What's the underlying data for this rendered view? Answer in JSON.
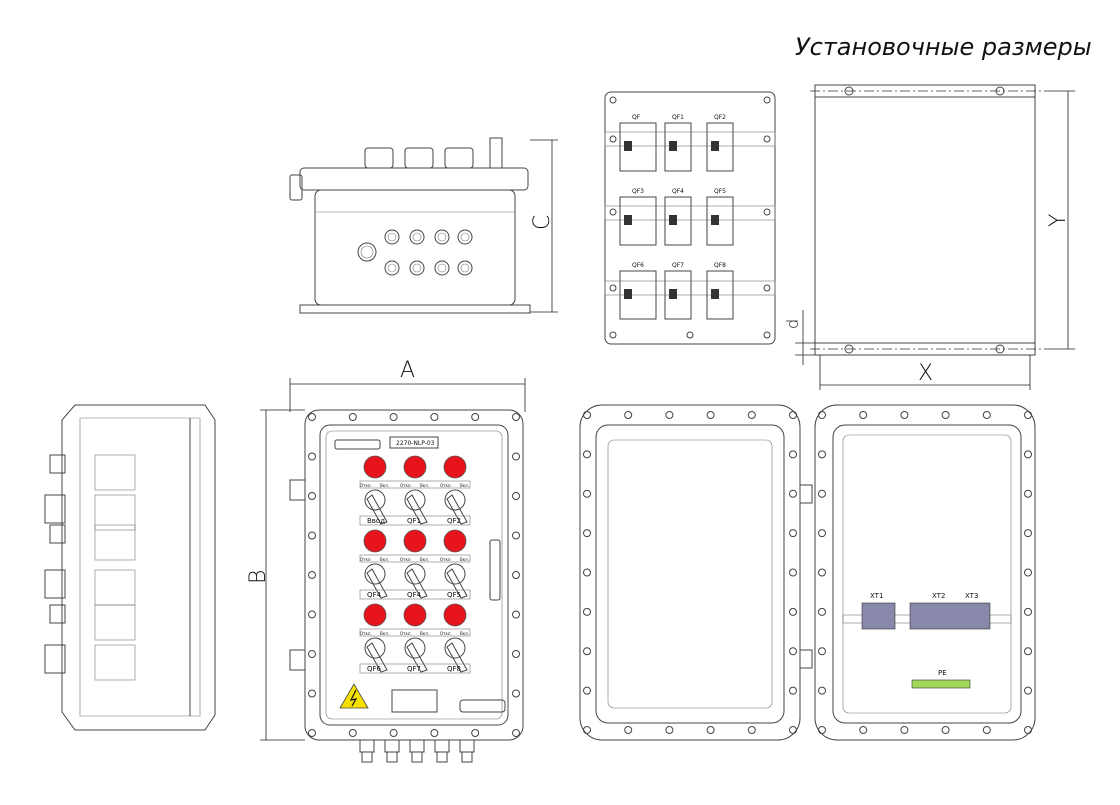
{
  "title": "Установочные размеры",
  "dimensions": {
    "a": "A",
    "b": "B",
    "c": "C",
    "x": "X",
    "y": "Y",
    "d": "d"
  },
  "front_panel": {
    "nameplate": "2270-NLP-03",
    "switch_position_off": "Откл.",
    "switch_position_on": "Вкл.",
    "switch_labels": [
      "Ввод",
      "QF1",
      "QF2",
      "QF4",
      "QF4",
      "QF5",
      "QF6",
      "QF7",
      "QF8"
    ],
    "lamp_color": "#e8141b",
    "warning_color": "#f5e000"
  },
  "mounting_plate": {
    "breakers": [
      "QF",
      "QF1",
      "QF2",
      "QF3",
      "QF4",
      "QF5",
      "QF6",
      "QF7",
      "QF8"
    ]
  },
  "interior": {
    "terminals": [
      "XT1",
      "XT2",
      "XT3"
    ],
    "ground": "PE",
    "ground_color": "#9fd85a"
  }
}
